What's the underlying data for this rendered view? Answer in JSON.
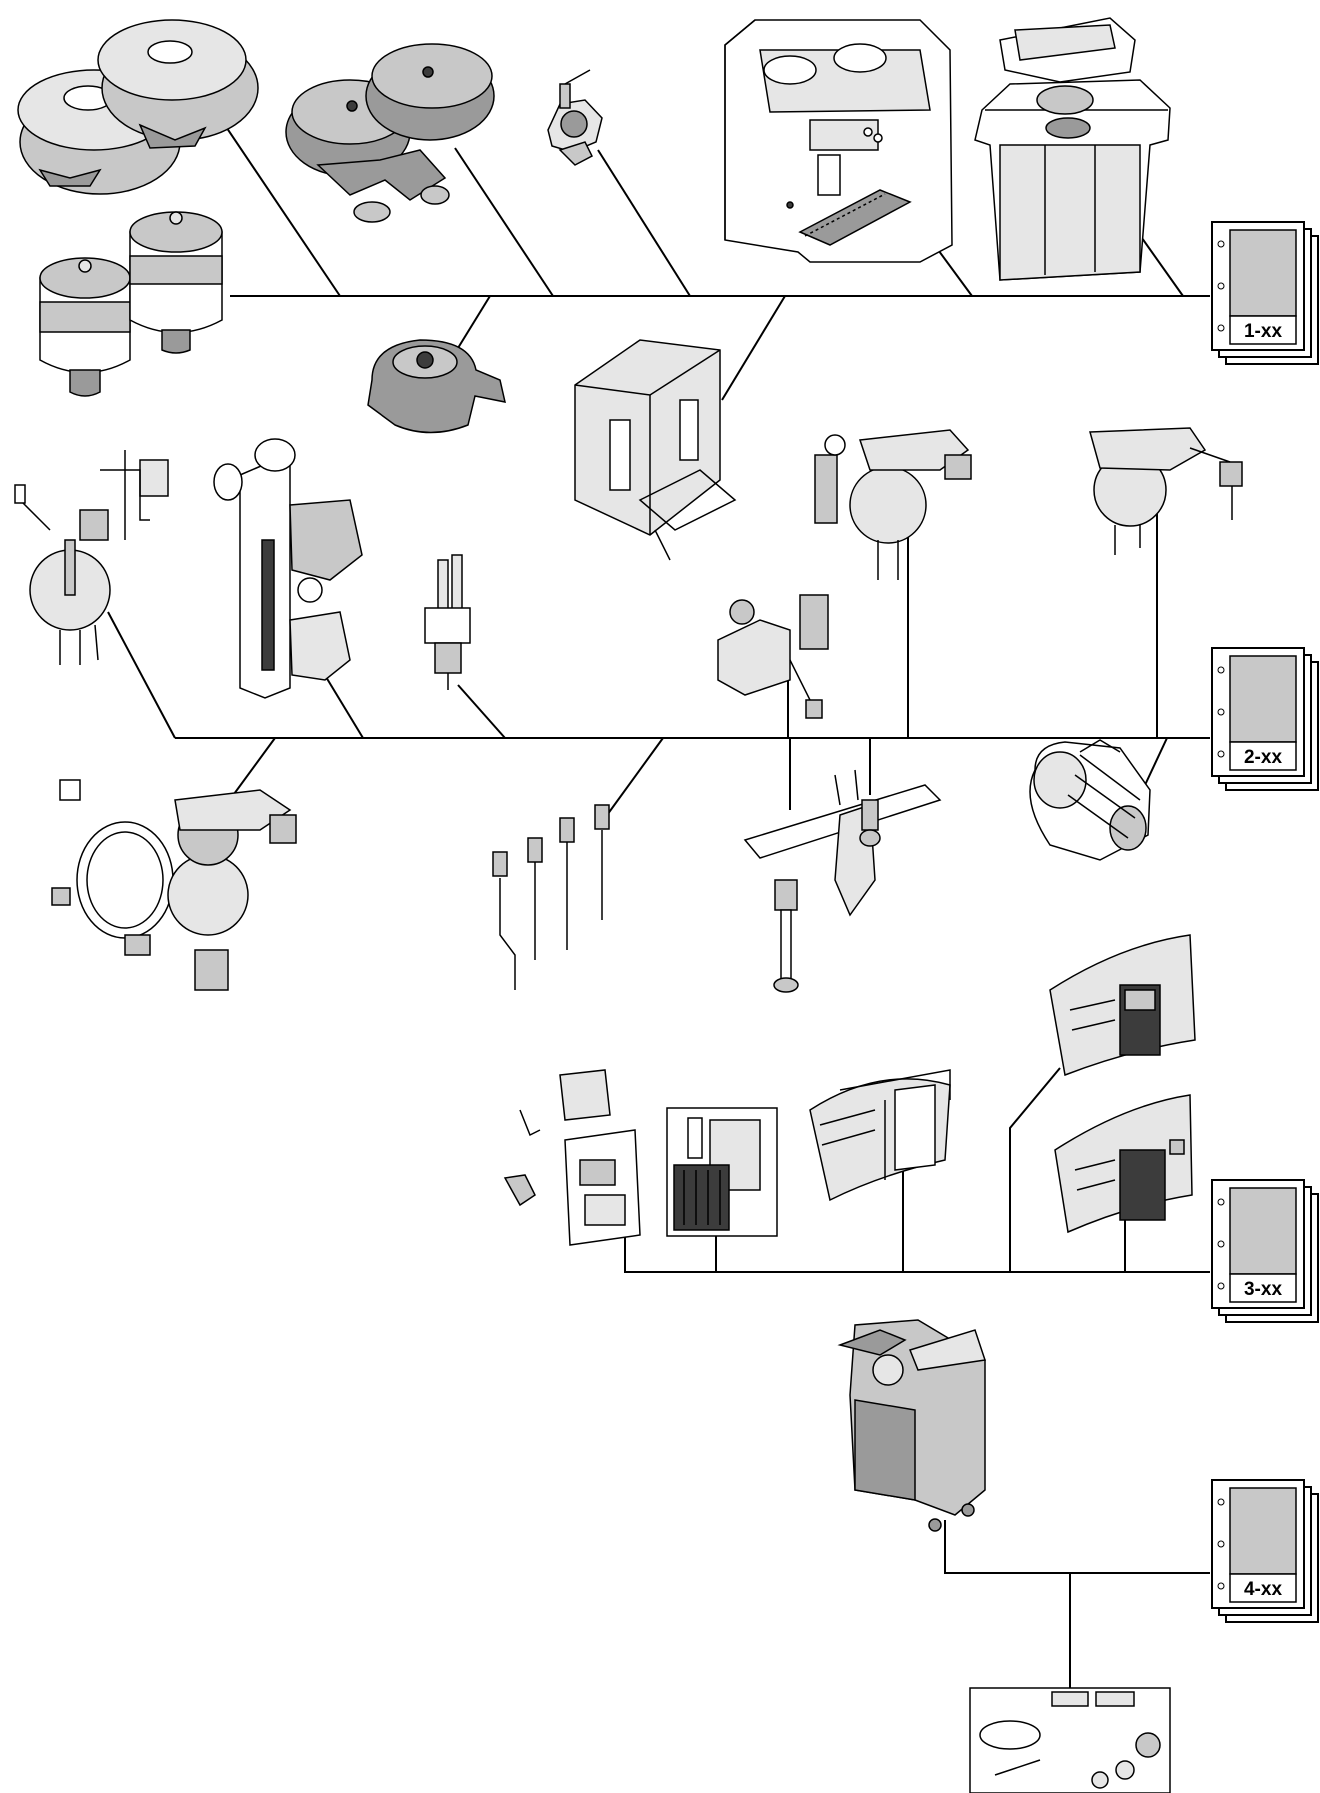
{
  "page_refs": [
    {
      "id": "book-1",
      "label": "1-xx"
    },
    {
      "id": "book-2",
      "label": "2-xx"
    },
    {
      "id": "book-3",
      "label": "3-xx"
    },
    {
      "id": "book-4",
      "label": "4-xx"
    }
  ],
  "groups": [
    {
      "id": "group-1",
      "parts": [
        "twin-bean-hoppers",
        "twin-grinders",
        "grinder-valve",
        "coffee-machine-front",
        "hopper-stand",
        "twin-canisters",
        "brew-unit-valve",
        "machine-frame"
      ]
    },
    {
      "id": "group-2",
      "parts": [
        "boiler-assembly-left",
        "brew-group",
        "solenoid-valve",
        "boiler-assembly-center",
        "boiler-assembly-right",
        "boiler-kit-exploded",
        "steam-pipes",
        "valve-block",
        "outlet-frame",
        "pump-motor"
      ]
    },
    {
      "id": "group-3",
      "parts": [
        "control-board",
        "keypad-sheet",
        "front-panel",
        "door-panel-top",
        "door-panel-bottom"
      ]
    },
    {
      "id": "group-4",
      "parts": [
        "trolley-cabinet",
        "accessory-kit"
      ]
    }
  ]
}
